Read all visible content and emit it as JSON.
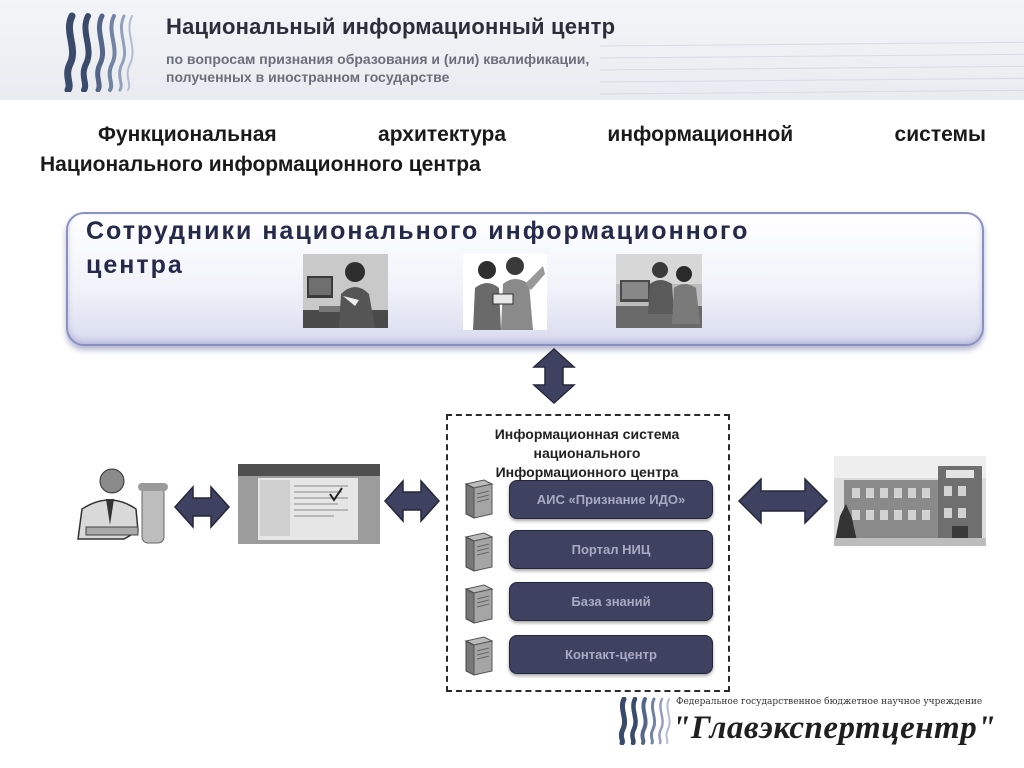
{
  "header": {
    "title": "Национальный информационный центр",
    "subtitle_line1": "по вопросам признания образования и (или) квалификации,",
    "subtitle_line2": "полученных в иностранном государстве"
  },
  "slide_title": {
    "line1_words": [
      "Функциональная",
      "архитектура",
      "информационной",
      "системы"
    ],
    "line2": "Национального информационного центра"
  },
  "staff": {
    "title_line1": "Сотрудники национального информационного",
    "title_line2": "центра"
  },
  "info_system": {
    "title_line1": "Информационная система",
    "title_line2": "национального",
    "title_line3": "Информационного центра",
    "modules": [
      "АИС «Признание ИДО»",
      "Портал НИЦ",
      "База знаний",
      "Контакт-центр"
    ]
  },
  "footer": {
    "org": "Федеральное государственное бюджетное научное учреждение",
    "brand": "\"Главэкспертцентр\""
  },
  "colors": {
    "module_fill": "#3e4160",
    "arrow_fill": "#3e4160",
    "staff_border": "#8a90c4"
  }
}
